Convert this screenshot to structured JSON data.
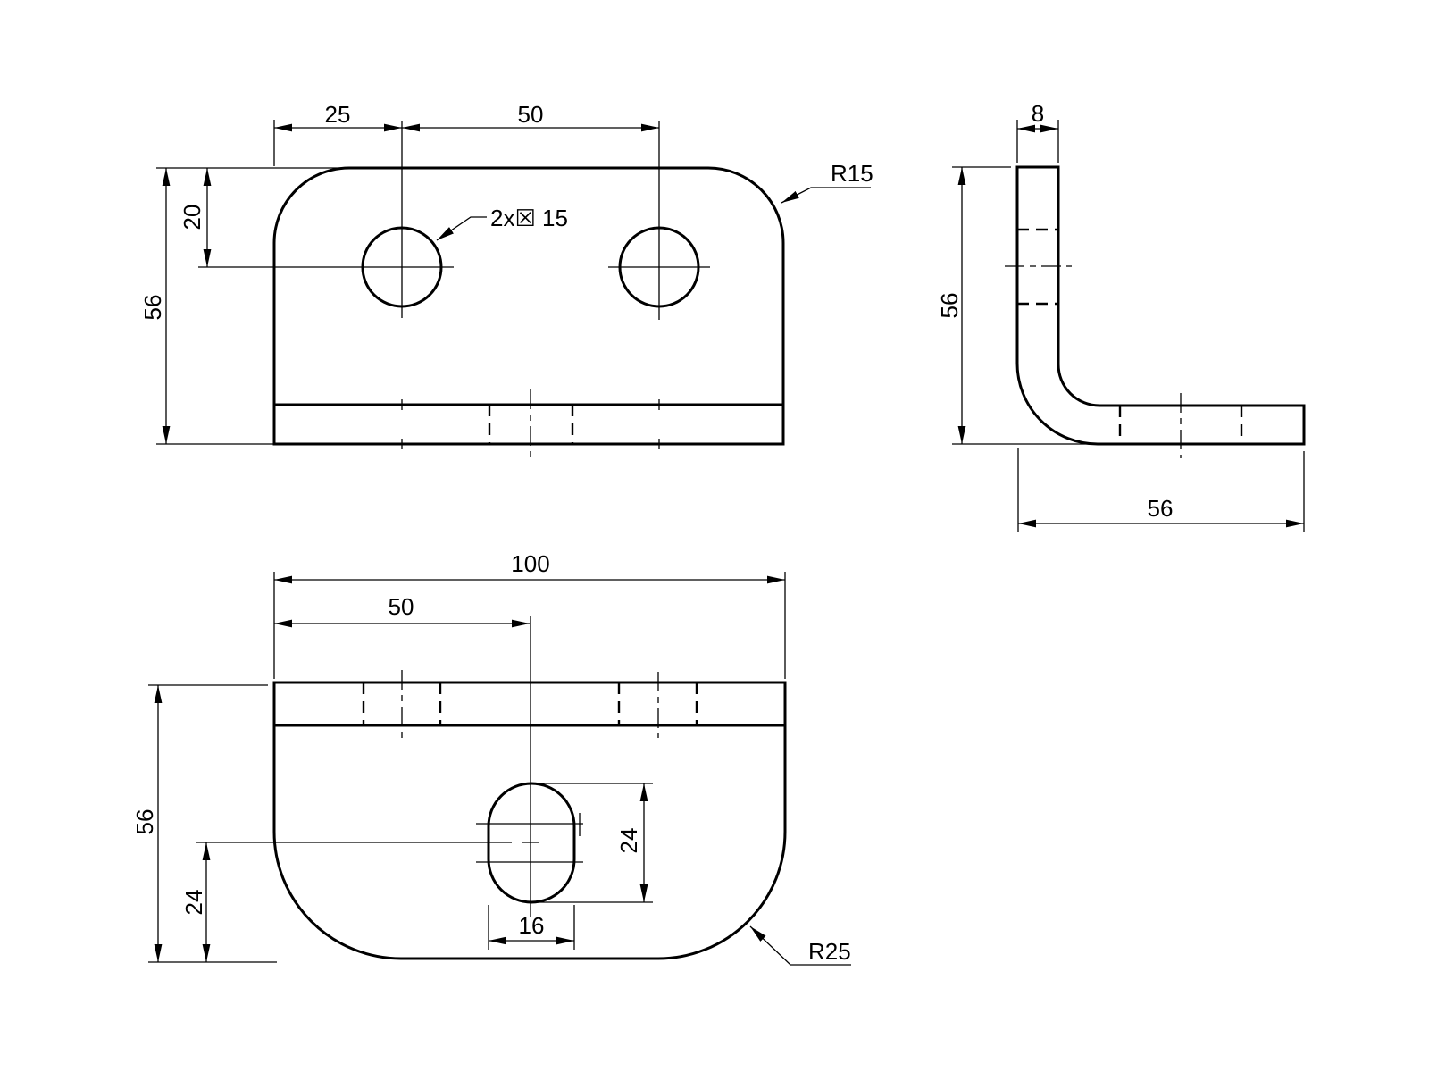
{
  "drawing": {
    "background": "#ffffff",
    "line_color": "#000000",
    "views": {
      "top": {
        "dim_hole1_from_edge": "25",
        "dim_hole_spacing": "50",
        "dim_hole_offset": "20",
        "dim_height": "56",
        "hole_callout": "2x☒ 15",
        "corner_radius": "R15"
      },
      "side": {
        "dim_thickness": "8",
        "dim_height": "56",
        "dim_depth": "56"
      },
      "front": {
        "dim_width": "100",
        "dim_slot_position": "50",
        "dim_height": "56",
        "dim_slot_offset": "24",
        "dim_slot_length": "24",
        "dim_slot_width": "16",
        "corner_radius": "R25"
      }
    }
  }
}
